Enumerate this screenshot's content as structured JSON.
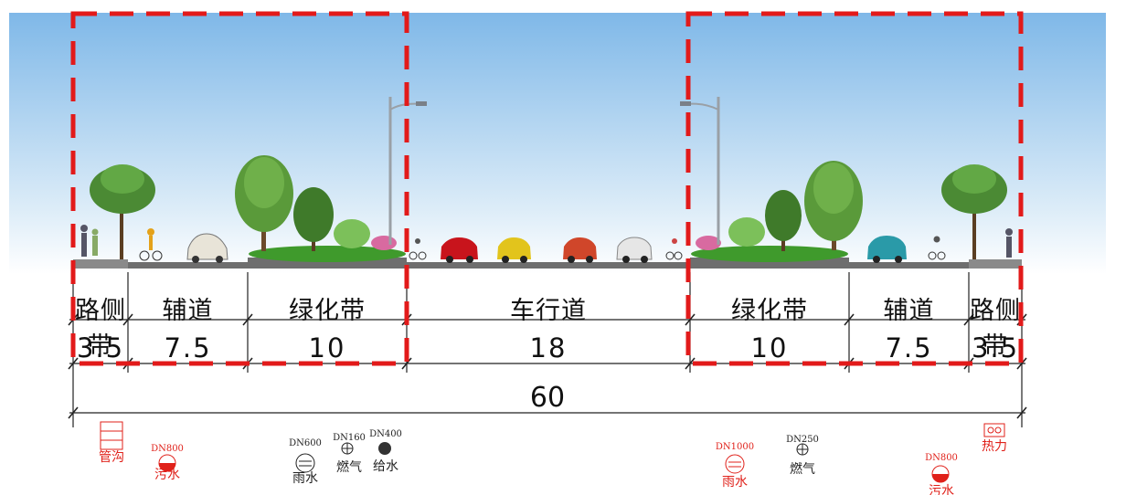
{
  "segments": [
    {
      "name": "路侧带",
      "width": "3.5"
    },
    {
      "name": "辅道",
      "width": "7.5"
    },
    {
      "name": "绿化带",
      "width": "10"
    },
    {
      "name": "车行道",
      "width": "18"
    },
    {
      "name": "绿化带",
      "width": "10"
    },
    {
      "name": "辅道",
      "width": "7.5"
    },
    {
      "name": "路侧带",
      "width": "3.5"
    }
  ],
  "total_width": "60",
  "pipelines": [
    {
      "dn": "",
      "name": "管沟",
      "color": "#e0211a",
      "icon": "trench-icon"
    },
    {
      "dn": "DN800",
      "name": "污水",
      "color": "#e0211a",
      "icon": "sewage-pipe-icon"
    },
    {
      "dn": "DN600",
      "name": "雨水",
      "color": "#222222",
      "icon": "rainwater-pipe-icon"
    },
    {
      "dn": "DN160",
      "name": "燃气",
      "color": "#222222",
      "icon": "gas-pipe-icon"
    },
    {
      "dn": "DN400",
      "name": "给水",
      "color": "#222222",
      "icon": "water-supply-pipe-icon"
    },
    {
      "dn": "DN1000",
      "name": "雨水",
      "color": "#e0211a",
      "icon": "rainwater-pipe-icon"
    },
    {
      "dn": "DN250",
      "name": "燃气",
      "color": "#222222",
      "icon": "gas-pipe-icon"
    },
    {
      "dn": "DN800",
      "name": "污水",
      "color": "#e0211a",
      "icon": "sewage-pipe-icon"
    },
    {
      "dn": "",
      "name": "热力",
      "color": "#e0211a",
      "icon": "heat-pipe-icon"
    }
  ],
  "colors": {
    "highlight": "#e21a1a",
    "road": "#6e6e6e",
    "grass": "#3f9a2c",
    "sky_top": "#7fb8e8",
    "sky_bottom": "#ffffff"
  }
}
